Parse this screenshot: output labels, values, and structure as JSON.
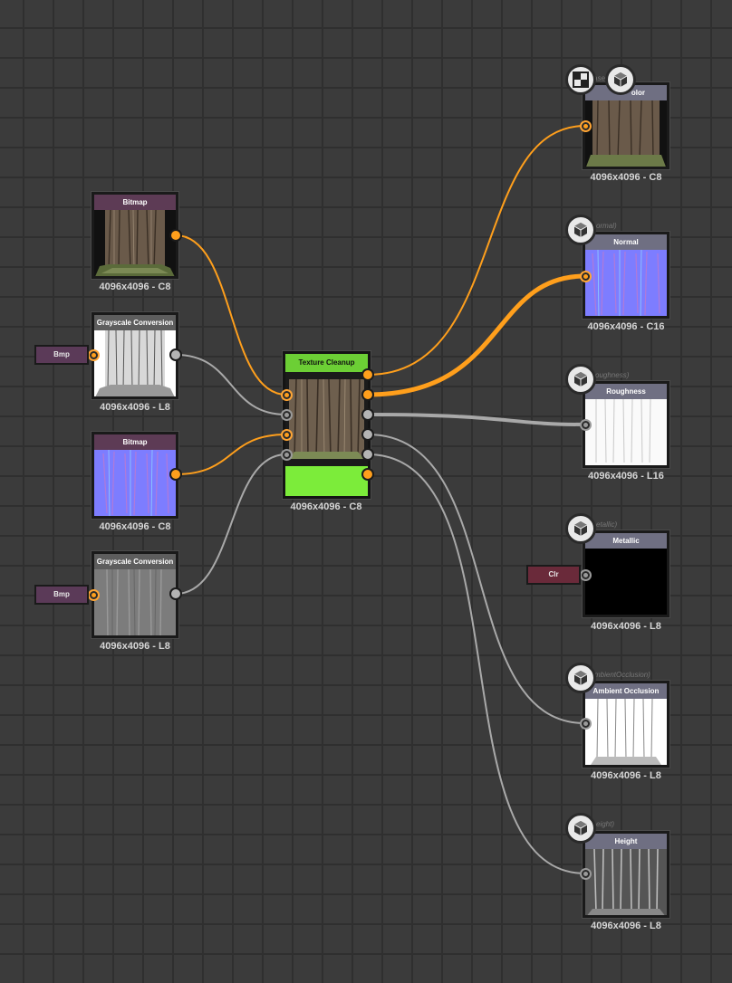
{
  "inputs": {
    "bitmap1": {
      "title": "Bitmap",
      "res": "4096x4096 - C8"
    },
    "gray1": {
      "title": "Grayscale Conversion",
      "res": "4096x4096 - L8",
      "tag": "Bmp"
    },
    "bitmap2": {
      "title": "Bitmap",
      "res": "4096x4096 - C8"
    },
    "gray2": {
      "title": "Grayscale Conversion",
      "res": "4096x4096 - L8",
      "tag": "Bmp"
    }
  },
  "cleanup": {
    "title": "Texture Cleanup",
    "res": "4096x4096 - C8"
  },
  "outputs": {
    "basecolor": {
      "title": "olor",
      "res": "4096x4096 - C8",
      "behind": "ase"
    },
    "normal": {
      "title": "Normal",
      "res": "4096x4096 - C16",
      "behind": "ormal)"
    },
    "roughness": {
      "title": "Roughness",
      "res": "4096x4096 - L16",
      "behind": "oughness)"
    },
    "metallic": {
      "title": "Metallic",
      "res": "4096x4096 - L8",
      "behind": "etallic)",
      "tag": "Clr"
    },
    "ao": {
      "title": "Ambient Occlusion",
      "res": "4096x4096 - L8",
      "behind": "mbientOcclusion)"
    },
    "height": {
      "title": "Height",
      "res": "4096x4096 - L8",
      "behind": "eight)"
    }
  },
  "icons": [
    "checker-icon",
    "cube-icon"
  ],
  "colors": {
    "orange": "#ff9f1c",
    "gray": "#b4b4b4",
    "green": "#7cec3a",
    "background": "#3b3b3b"
  }
}
